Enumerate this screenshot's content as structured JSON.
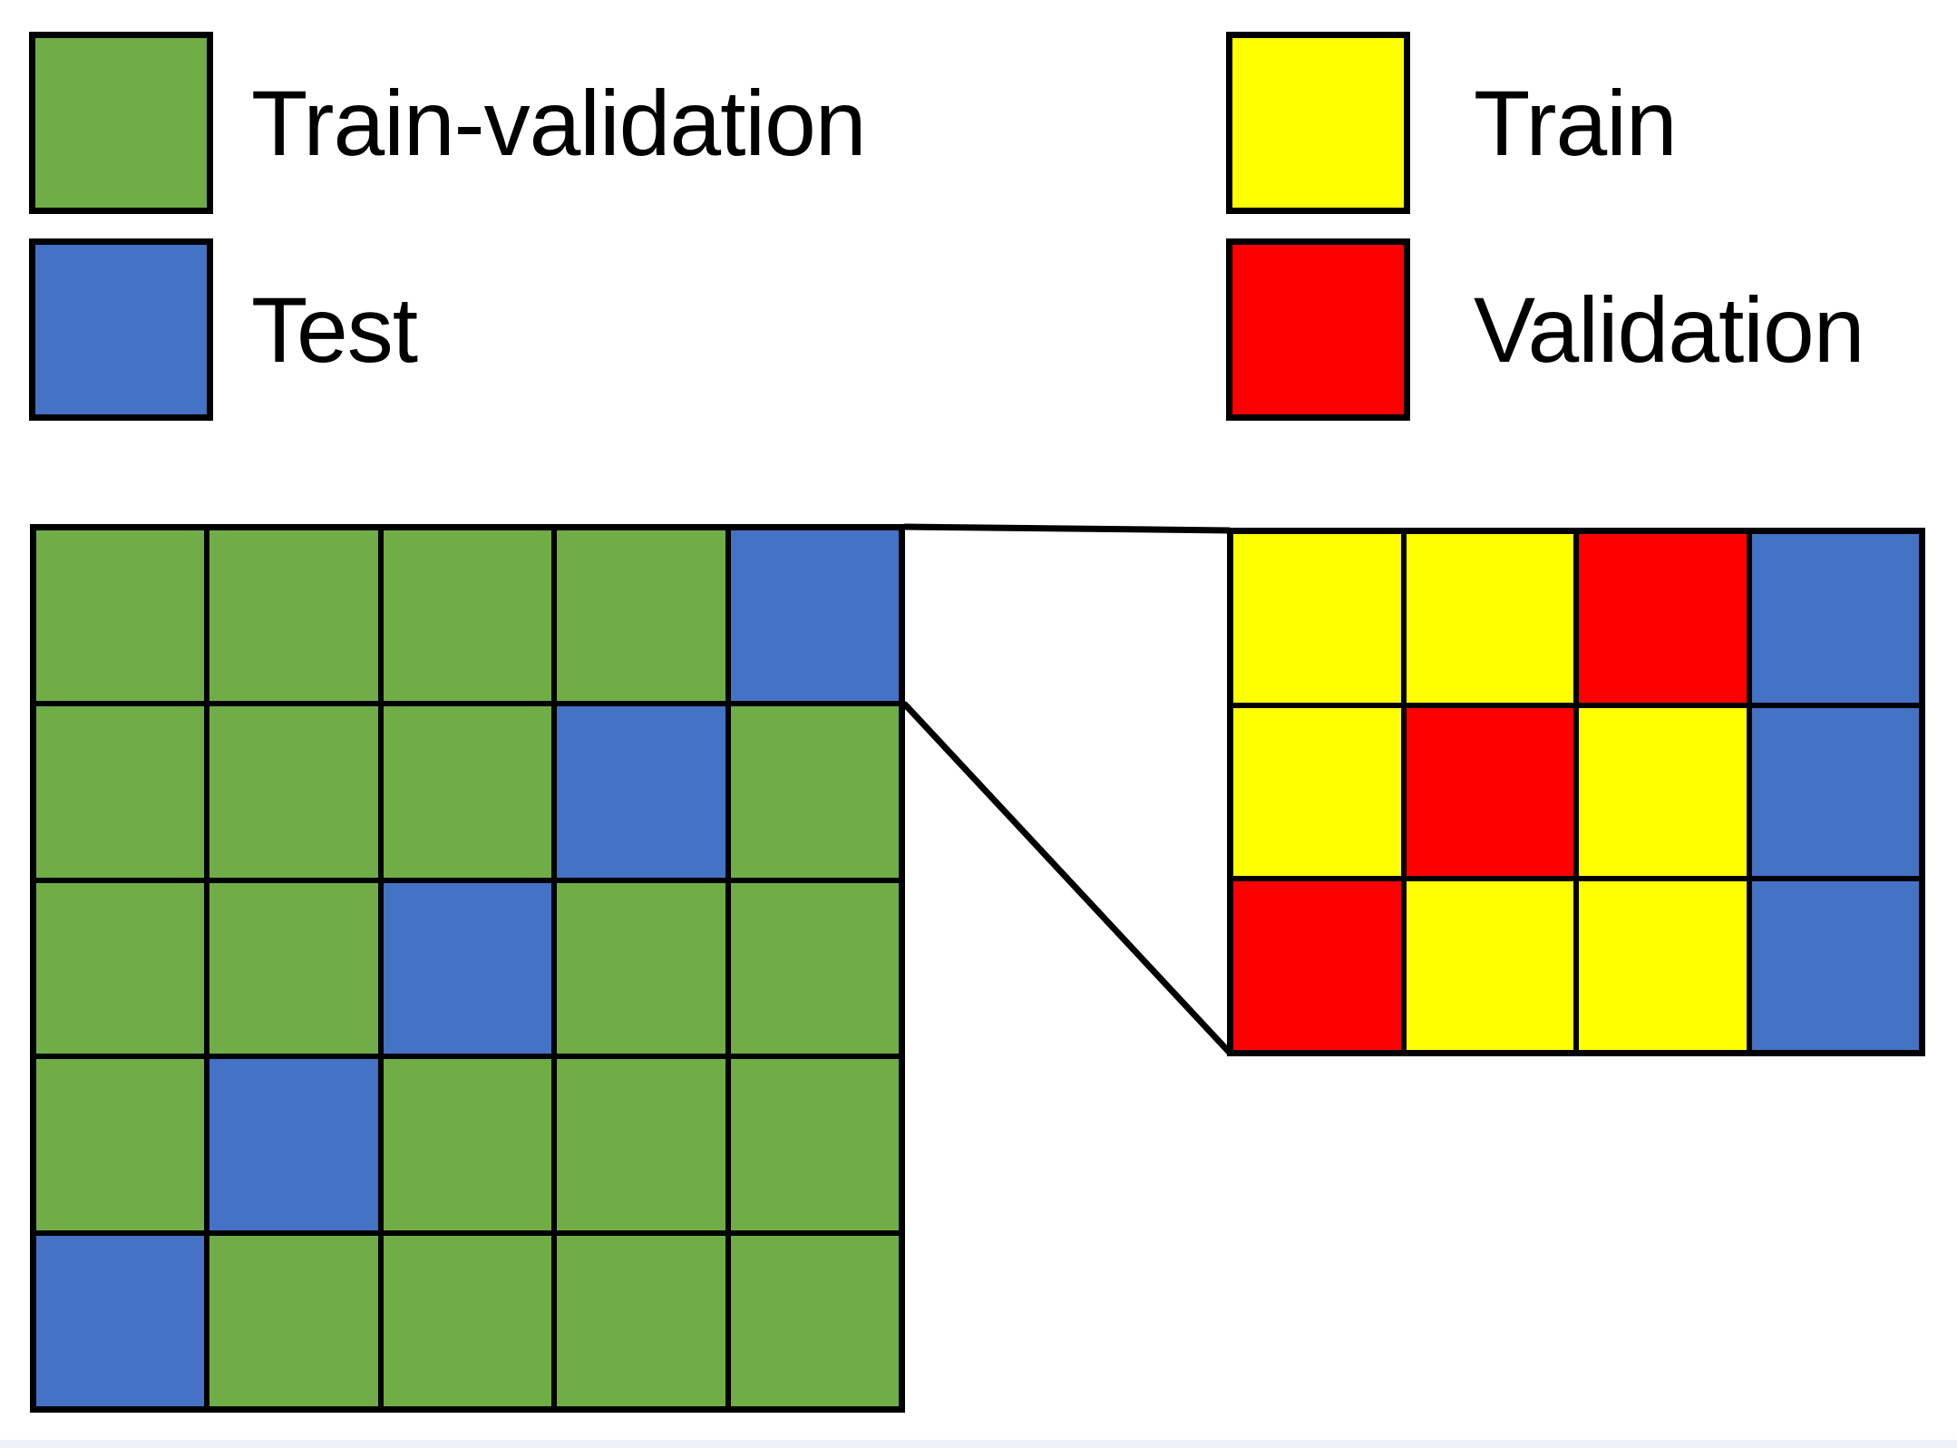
{
  "colors": {
    "train_validation": "#70AD47",
    "test": "#4472C4",
    "train": "#FFFF00",
    "validation": "#FF0000",
    "grid_line": "#000000",
    "background": "#FFFFFF",
    "footer_strip": "#EDF2F9"
  },
  "legend_left": {
    "items": [
      {
        "key": "train_validation",
        "label": "Train-validation"
      },
      {
        "key": "test",
        "label": "Test"
      }
    ]
  },
  "legend_right": {
    "items": [
      {
        "key": "train",
        "label": "Train"
      },
      {
        "key": "validation",
        "label": "Validation"
      }
    ]
  },
  "outer_grid": {
    "rows": 5,
    "cols": 5,
    "cells": [
      [
        "train_validation",
        "train_validation",
        "train_validation",
        "train_validation",
        "test"
      ],
      [
        "train_validation",
        "train_validation",
        "train_validation",
        "test",
        "train_validation"
      ],
      [
        "train_validation",
        "train_validation",
        "test",
        "train_validation",
        "train_validation"
      ],
      [
        "train_validation",
        "test",
        "train_validation",
        "train_validation",
        "train_validation"
      ],
      [
        "test",
        "train_validation",
        "train_validation",
        "train_validation",
        "train_validation"
      ]
    ]
  },
  "inner_grid": {
    "rows": 3,
    "cols": 4,
    "cells": [
      [
        "train",
        "train",
        "validation",
        "test"
      ],
      [
        "train",
        "validation",
        "train",
        "test"
      ],
      [
        "validation",
        "train",
        "train",
        "test"
      ]
    ]
  }
}
